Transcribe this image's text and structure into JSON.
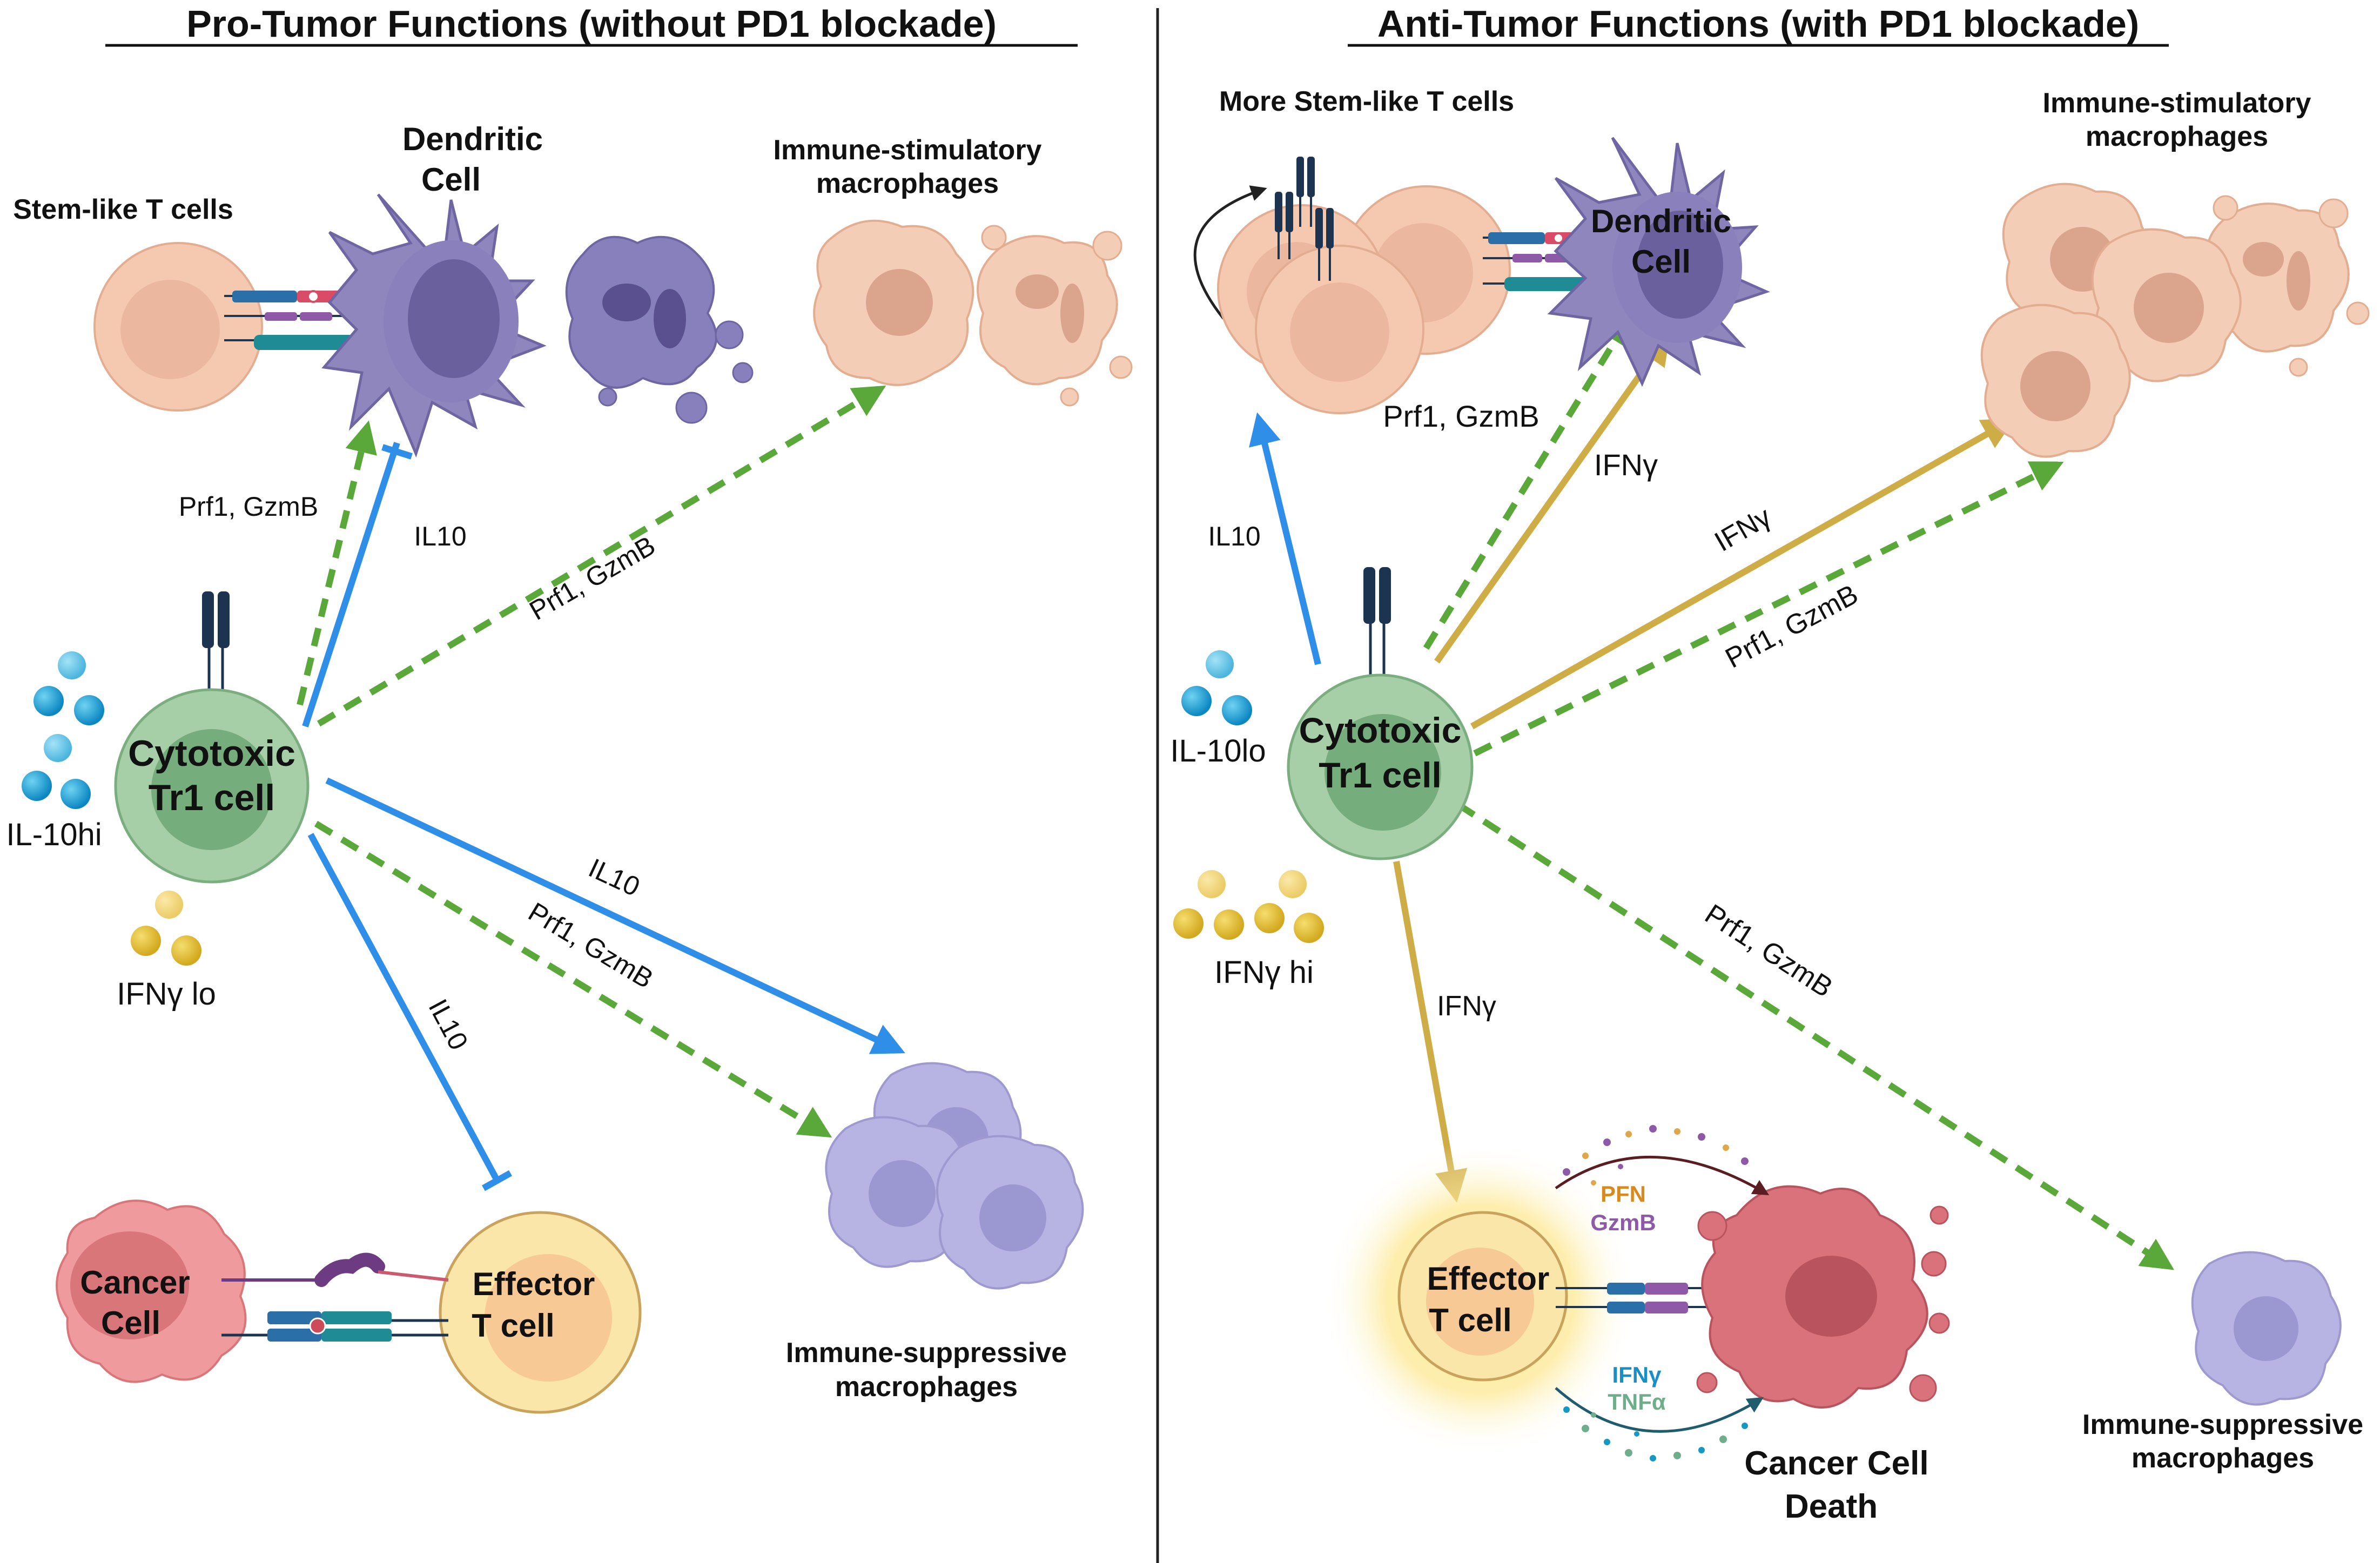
{
  "titles": {
    "left": "Pro-Tumor Functions (without PD1 blockade)",
    "right": "Anti-Tumor Functions (with PD1 blockade)"
  },
  "left": {
    "stem_like": "Stem-like T cells",
    "dendritic_1": "Dendritic",
    "dendritic_2": "Cell",
    "stim_mac_1": "Immune-stimulatory",
    "stim_mac_2": "macrophages",
    "tr1_1": "Cytotoxic",
    "tr1_2": "Tr1 cell",
    "il10hi": "IL-10hi",
    "ifng_lo": "IFNγ lo",
    "lbl_prf_dc": "Prf1, GzmB",
    "lbl_il10_dc": "IL10",
    "lbl_prf_stim": "Prf1, GzmB",
    "lbl_il10_sup": "IL10",
    "lbl_prf_sup": "Prf1, GzmB",
    "lbl_il10_eff": "IL10",
    "cancer_1": "Cancer",
    "cancer_2": "Cell",
    "effector_1": "Effector",
    "effector_2": "T cell",
    "sup_mac_1": "Immune-suppressive",
    "sup_mac_2": "macrophages"
  },
  "right": {
    "more_stem": "More Stem-like T cells",
    "dendritic_1": "Dendritic",
    "dendritic_2": "Cell",
    "stim_mac_1": "Immune-stimulatory",
    "stim_mac_2": "macrophages",
    "prf_dc": "Prf1, GzmB",
    "ifng_dc": "IFNγ",
    "il10": "IL10",
    "ifng_stim": "IFNγ",
    "prf_stim": "Prf1, GzmB",
    "il10lo": "IL-10lo",
    "tr1_1": "Cytotoxic",
    "tr1_2": "Tr1 cell",
    "ifng_hi": "IFNγ hi",
    "ifng_eff": "IFNγ",
    "prf_sup": "Prf1, GzmB",
    "pfn": "PFN",
    "gzmb": "GzmB",
    "ifng_small": "IFNγ",
    "tnfa": "TNFα",
    "effector_1": "Effector",
    "effector_2": "T cell",
    "death_1": "Cancer Cell",
    "death_2": "Death",
    "sup_mac_1": "Immune-suppressive",
    "sup_mac_2": "macrophages"
  },
  "colors": {
    "il10_blue": "#2f8fe8",
    "prf_green": "#5aa83a",
    "ifng_gold": "#cfad46",
    "tr1_green": "#a6cfa8",
    "dendritic_purple": "#8f86be",
    "stim_mac_peach": "#f3cdb6",
    "sup_mac_lavender": "#b7b4e4",
    "cancer_red": "#ef9a9c",
    "effector_yellow": "#fbe6aa"
  }
}
